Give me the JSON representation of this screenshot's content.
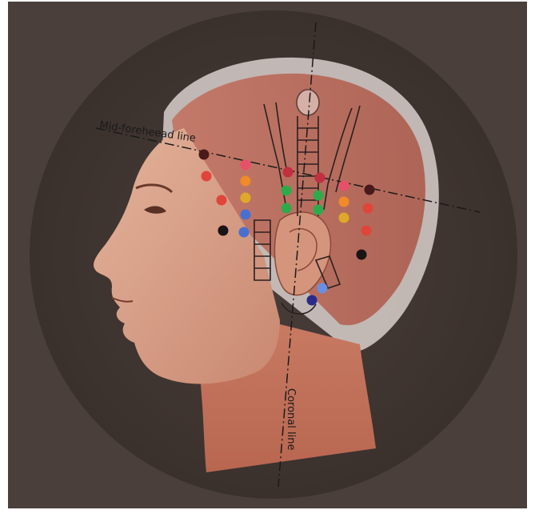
{
  "labels": {
    "mid_forehead_line": "Mid-foreheead line",
    "coronal_line": "Coronal line"
  },
  "colors": {
    "background_outer": "#4a3f3b",
    "background_disc": "#3e3430",
    "skin": "#d9a38a",
    "muscle": "#b8614f",
    "muscle_light": "#d98a73",
    "scalp": "#d8cfcb",
    "line_color": "#1a1a1a",
    "dot_red": "#e0453a",
    "dot_pink": "#e8506a",
    "dot_orange": "#f08a2a",
    "dot_yellow": "#e0a82a",
    "dot_green": "#2faa4a",
    "dot_blue": "#4a6fd0",
    "dot_lightblue": "#6a8fe0",
    "dot_navy": "#2a2a8a",
    "dot_black": "#1a1414",
    "dot_maroon": "#4a1a1a"
  },
  "acupoints": [
    {
      "name": "point-1",
      "color": "#4a1a1a"
    },
    {
      "name": "point-2",
      "color": "#e0453a"
    },
    {
      "name": "point-3",
      "color": "#e8506a"
    },
    {
      "name": "point-4",
      "color": "#e0453a"
    },
    {
      "name": "point-5",
      "color": "#1a1414"
    },
    {
      "name": "point-6",
      "color": "#f08a2a"
    },
    {
      "name": "point-7",
      "color": "#e0a82a"
    },
    {
      "name": "point-8",
      "color": "#4a6fd0"
    },
    {
      "name": "point-9",
      "color": "#4a6fd0"
    },
    {
      "name": "point-10",
      "color": "#c03040"
    },
    {
      "name": "point-11",
      "color": "#2faa4a"
    },
    {
      "name": "point-12",
      "color": "#2faa4a"
    },
    {
      "name": "point-13",
      "color": "#c03040"
    },
    {
      "name": "point-14",
      "color": "#2faa4a"
    },
    {
      "name": "point-15",
      "color": "#2faa4a"
    },
    {
      "name": "point-16",
      "color": "#e8506a"
    },
    {
      "name": "point-17",
      "color": "#f08a2a"
    },
    {
      "name": "point-18",
      "color": "#e0a82a"
    },
    {
      "name": "point-19",
      "color": "#4a1a1a"
    },
    {
      "name": "point-20",
      "color": "#e0453a"
    },
    {
      "name": "point-21",
      "color": "#e0453a"
    },
    {
      "name": "point-22",
      "color": "#1a1414"
    },
    {
      "name": "point-23",
      "color": "#6a8fe0"
    },
    {
      "name": "point-24",
      "color": "#2a2a8a"
    }
  ]
}
